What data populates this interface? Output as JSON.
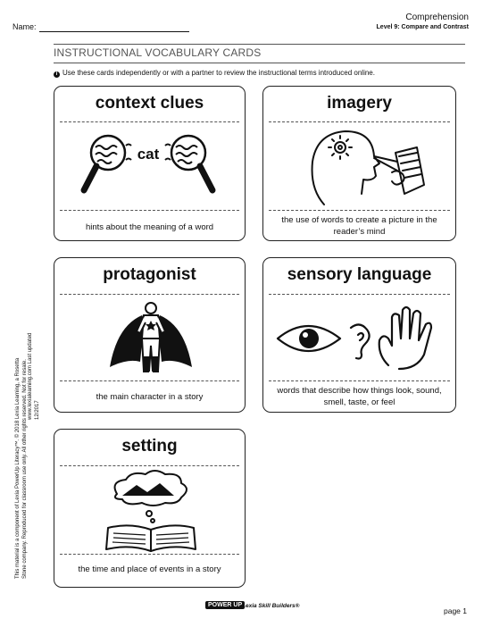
{
  "header": {
    "name_label": "Name:",
    "course": "Comprehension",
    "level": "Level 9: Compare and Contrast",
    "section_title": "INSTRUCTIONAL VOCABULARY CARDS",
    "instructions_icon": "i",
    "instructions": "Use these cards independently or with a partner to review the instructional terms introduced online."
  },
  "cards": [
    {
      "term": "context clues",
      "definition": "hints about the meaning of a word",
      "art_word": "cat",
      "icon": "magnifying-glasses-icon"
    },
    {
      "term": "imagery",
      "definition": "the use of words to create a picture in the reader’s mind",
      "icon": "reader-imagining-icon"
    },
    {
      "term": "protagonist",
      "definition": "the main character in a story",
      "icon": "superhero-icon"
    },
    {
      "term": "sensory language",
      "definition": "words that describe how things look, sound, smell, taste, or feel",
      "icon": "senses-icon"
    },
    {
      "term": "setting",
      "definition": "the time and place of events in a story",
      "icon": "open-book-scene-icon"
    }
  ],
  "side_notes": {
    "left": "This material is a component of Lexia PowerUp Literacy™. © 2018 Lexia Learning, a Rosetta Stone company. Reproduced for classroom use only. All other rights reserved. Not for resale.",
    "right": "www.lexialearning.com Last updated 12/2017"
  },
  "footer": {
    "logo_powerup": "POWER UP",
    "logo_lexia": "Lexia Skill Builders®",
    "page": "page 1"
  }
}
